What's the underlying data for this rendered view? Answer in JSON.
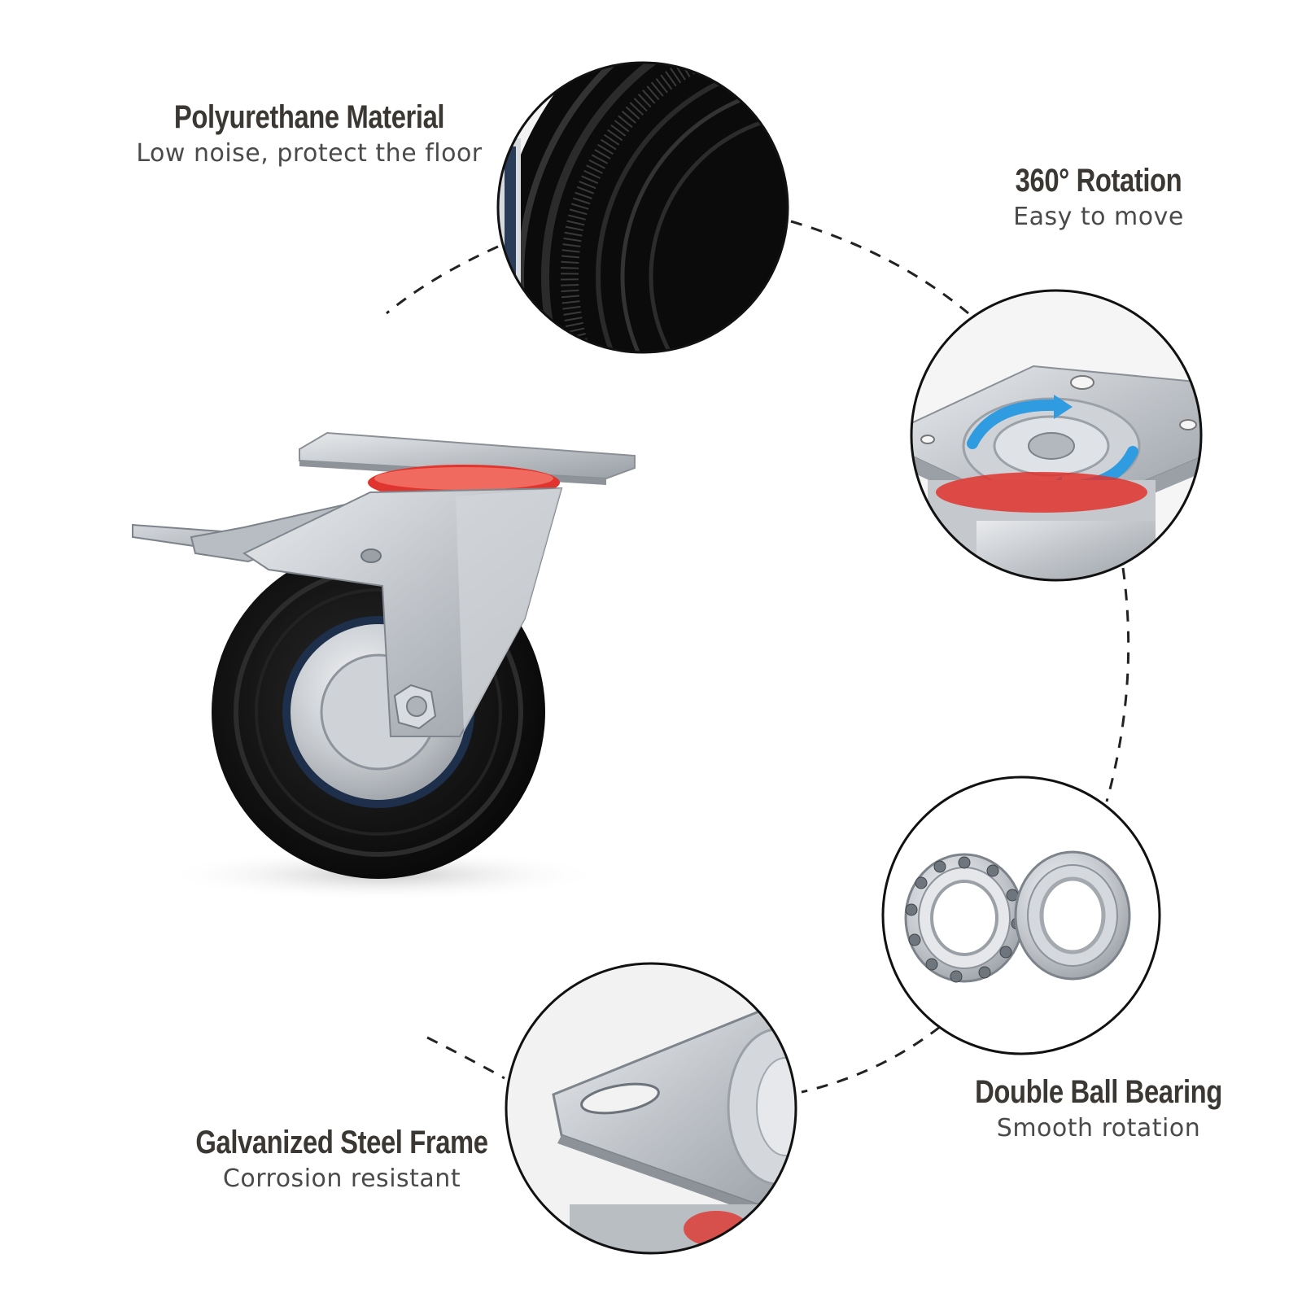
{
  "features": [
    {
      "id": "polyurethane",
      "title": "Polyurethane Material",
      "subtitle": "Low noise, protect the floor"
    },
    {
      "id": "rotation",
      "title": "360° Rotation",
      "subtitle": "Easy to move"
    },
    {
      "id": "bearing",
      "title": "Double Ball Bearing",
      "subtitle": "Smooth rotation"
    },
    {
      "id": "galvanized",
      "title": "Galvanized Steel Frame",
      "subtitle": "Corrosion resistant"
    }
  ],
  "colors": {
    "title_text": "#3b3733",
    "subtitle_text": "#4a4a4a",
    "rubber": "#141414",
    "steel": "#c9ccd0",
    "red_ring": "#e0342e",
    "rotation_arrow": "#2f9be0"
  },
  "icons": [
    "caster-wheel-photo",
    "tire-closeup",
    "swivel-plate-closeup",
    "ball-bearing-closeup",
    "steel-plate-closeup"
  ]
}
